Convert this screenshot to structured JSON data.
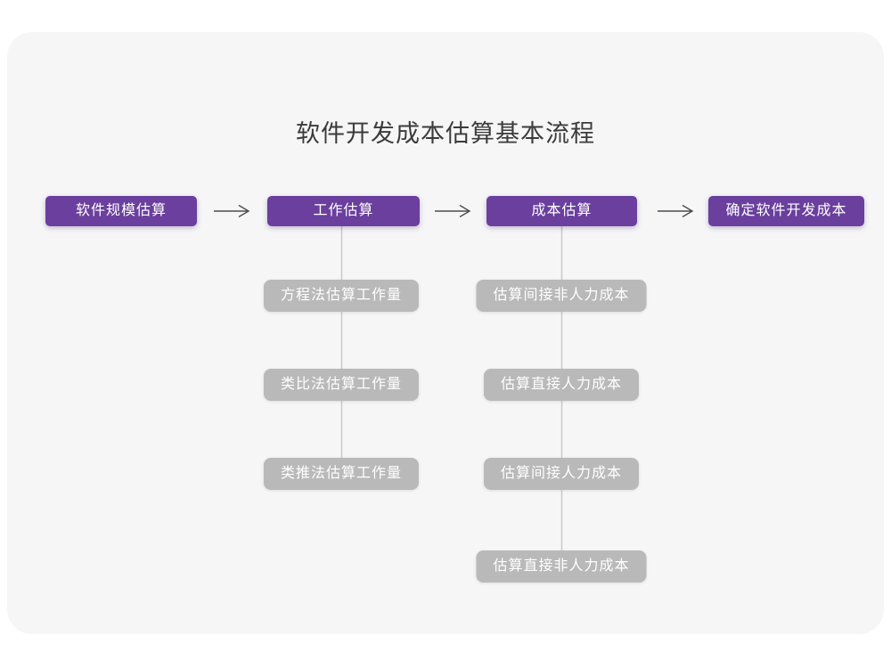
{
  "title": "软件开发成本估算基本流程",
  "colors": {
    "page_bg": "#ffffff",
    "card_bg": "#f6f6f7",
    "primary": "#6a3f9d",
    "secondary": "#b9b9b9",
    "node_text": "#ffffff",
    "title_text": "#3b3b3b",
    "arrow": "#4d4d4d",
    "connector": "#c9c9c9"
  },
  "flow": {
    "main_steps": [
      {
        "label": "软件规模估算"
      },
      {
        "label": "工作估算"
      },
      {
        "label": "成本估算"
      },
      {
        "label": "确定软件开发成本"
      }
    ],
    "work_estimation_methods": [
      "方程法估算工作量",
      "类比法估算工作量",
      "类推法估算工作量"
    ],
    "cost_estimation_steps": [
      "估算间接非人力成本",
      "估算直接人力成本",
      "估算间接人力成本",
      "估算直接非人力成本"
    ]
  }
}
